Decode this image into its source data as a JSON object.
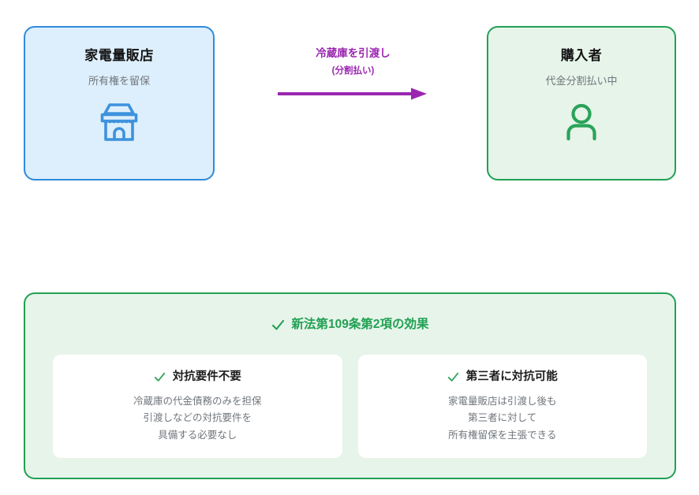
{
  "colors": {
    "seller_border": "#2e8bdc",
    "seller_fill": "#ddeffc",
    "buyer_border": "#21a153",
    "buyer_fill": "#e6f4e9",
    "arrow": "#9b27b0",
    "panel_border": "#21a153",
    "panel_fill": "#e7f4ea",
    "card_fill": "#ffffff",
    "title_text": "#131313",
    "sub_text": "#70767c"
  },
  "parties": {
    "seller": {
      "title": "家電量販店",
      "subtitle": "所有権を留保",
      "icon": "store-icon"
    },
    "buyer": {
      "title": "購入者",
      "subtitle": "代金分割払い中",
      "icon": "person-icon"
    }
  },
  "flow": {
    "label": "冷蔵庫を引渡し",
    "sublabel": "(分割払い)",
    "icon": "right-arrow-icon"
  },
  "effect_panel": {
    "header": "新法第109条第2項の効果",
    "header_icon": "check-icon",
    "cards": [
      {
        "title": "対抗要件不要",
        "icon": "check-icon",
        "lines": [
          "冷蔵庫の代金債務のみを担保",
          "引渡しなどの対抗要件を",
          "具備する必要なし"
        ]
      },
      {
        "title": "第三者に対抗可能",
        "icon": "check-icon",
        "lines": [
          "家電量販店は引渡し後も",
          "第三者に対して",
          "所有権留保を主張できる"
        ]
      }
    ]
  }
}
